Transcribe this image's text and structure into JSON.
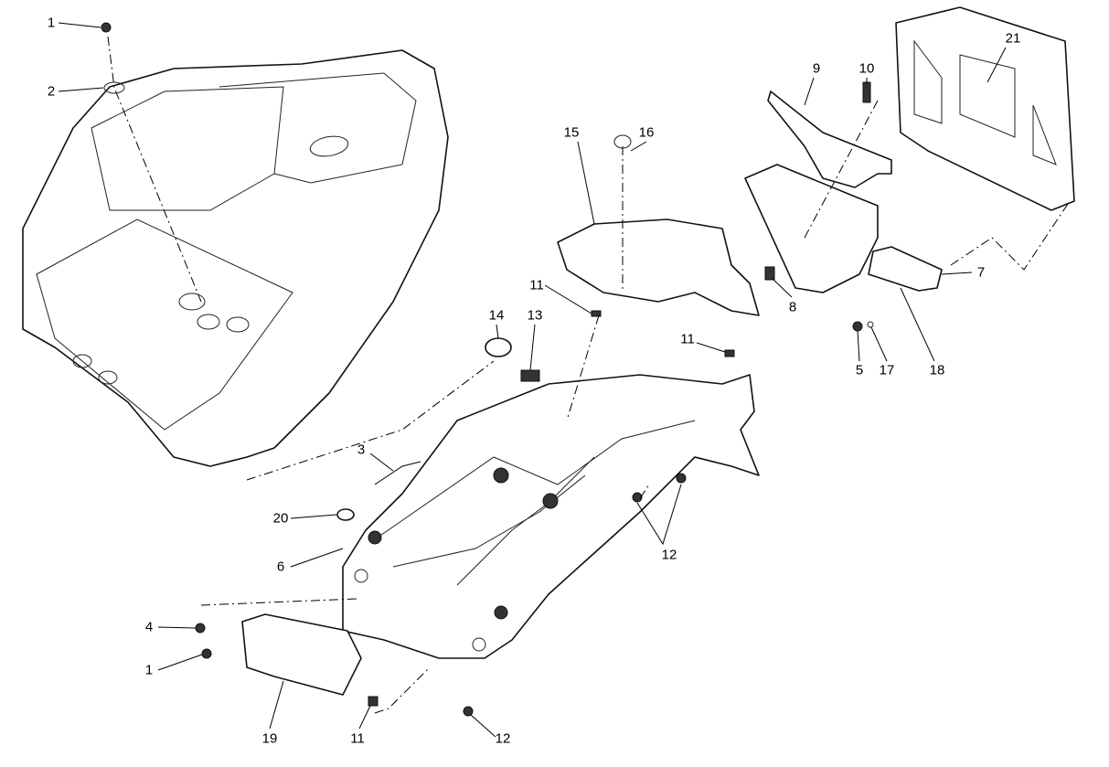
{
  "diagram": {
    "callouts": [
      "1",
      "2",
      "15",
      "16",
      "9",
      "10",
      "21",
      "11",
      "13",
      "14",
      "8",
      "7",
      "11",
      "5",
      "17",
      "18",
      "3",
      "20",
      "6",
      "12",
      "4",
      "1",
      "19",
      "11",
      "12"
    ]
  }
}
